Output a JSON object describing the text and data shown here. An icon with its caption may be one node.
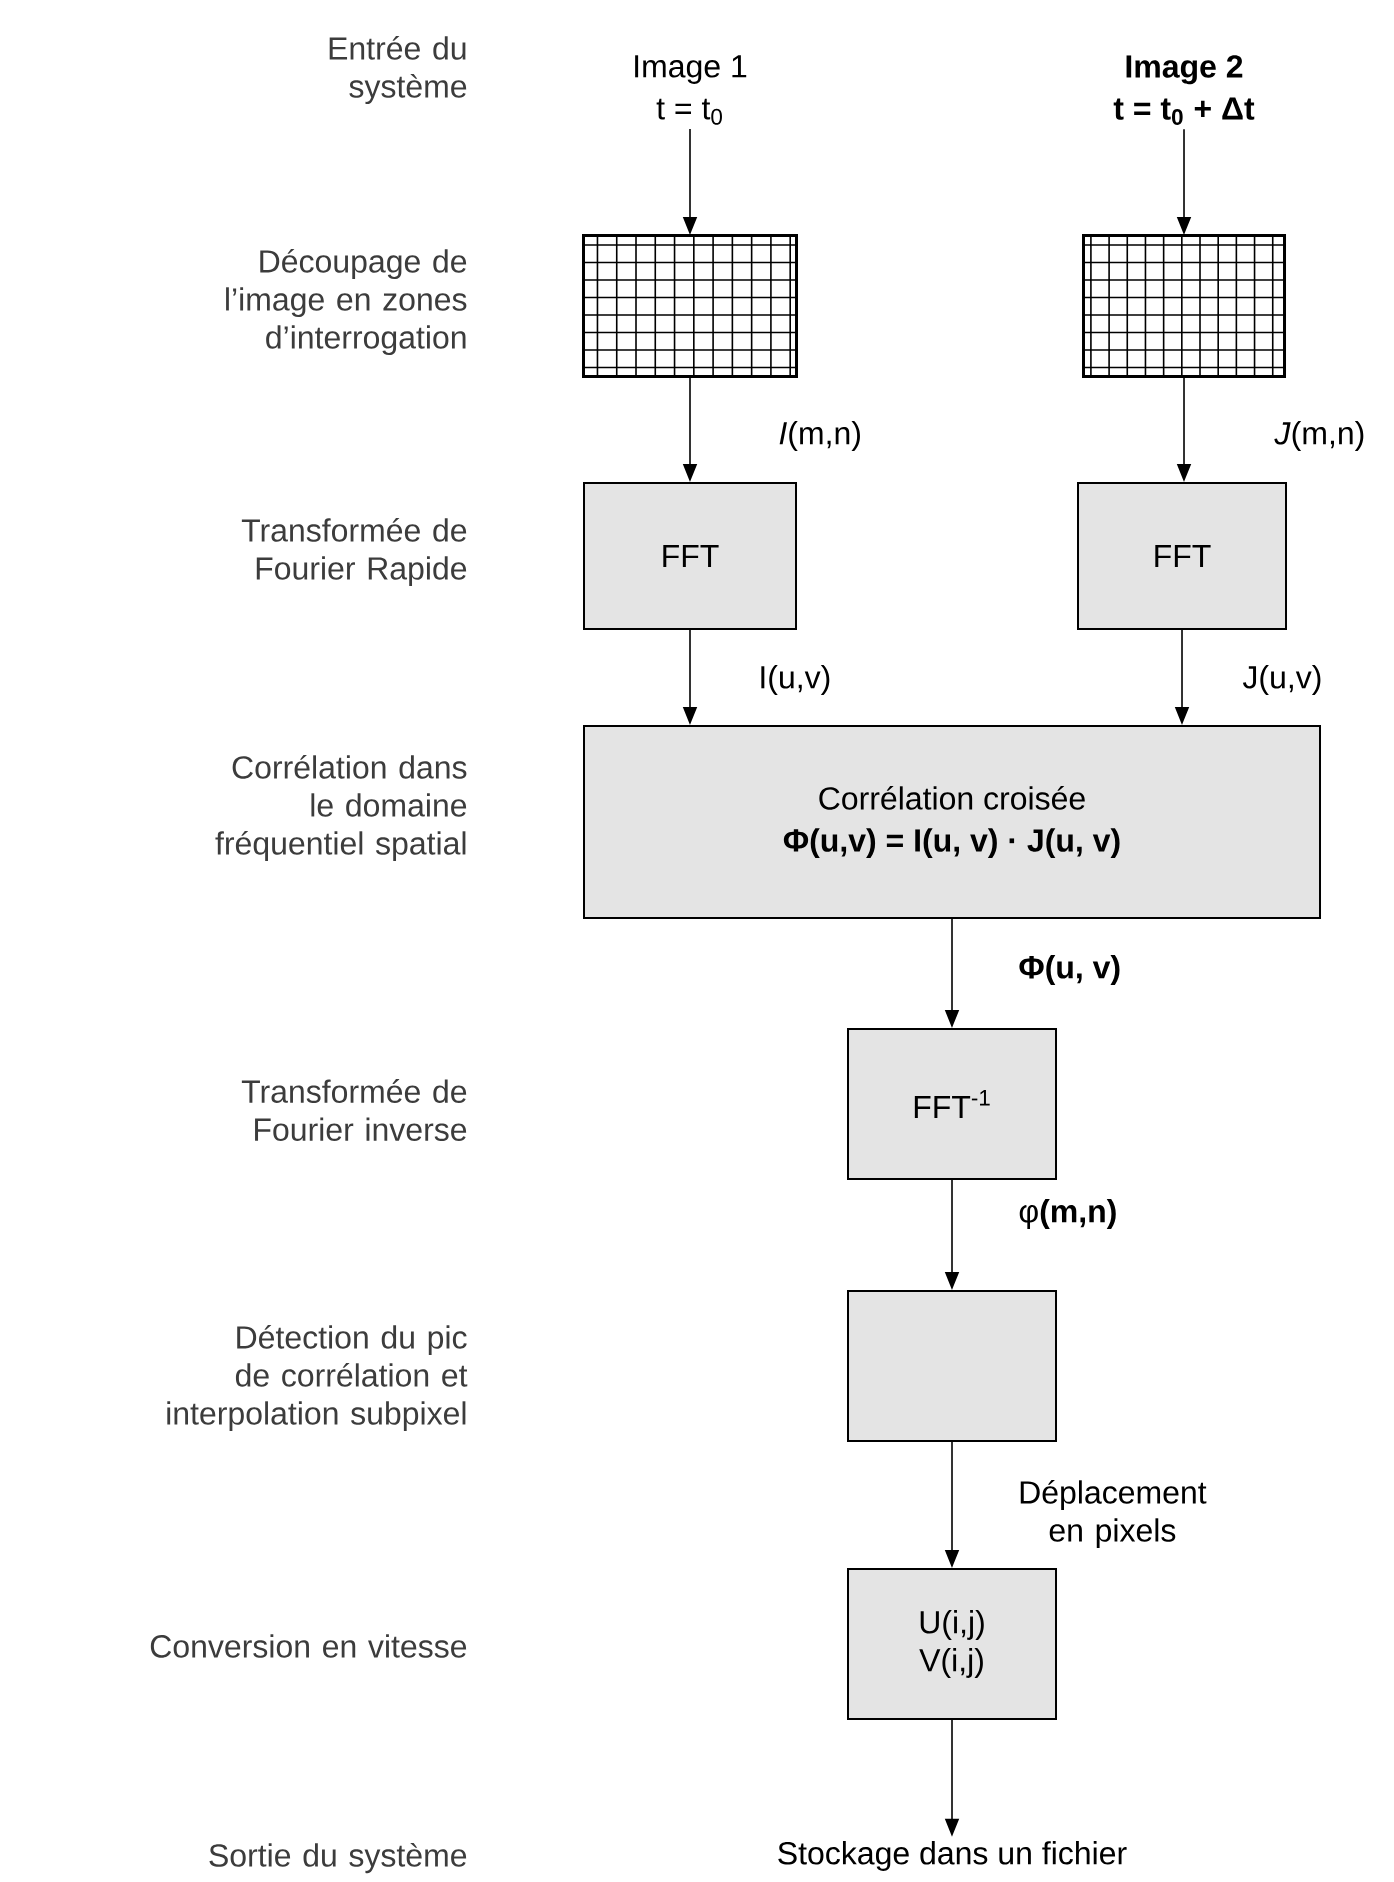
{
  "diagram": {
    "nodes": [
      {
        "text": [
          "Image 1",
          "t = t$_{0}$"
        ]
      },
      {
        "text": [
          "Image 2",
          "t = t$_{0}$ + Δt"
        ]
      },
      {
        "text": [],
        "shape": "grid"
      },
      {
        "text": [],
        "shape": "grid"
      },
      {
        "text": [
          "FFT"
        ]
      },
      {
        "text": [
          "FFT"
        ]
      },
      {
        "text": [
          "Corrélation croisée",
          "Φ(u,v) = I(u, v) · J(u, v)"
        ]
      },
      {
        "text": [
          "FFT$^{-1}$"
        ]
      },
      {
        "text": [],
        "shape": "box"
      },
      {
        "text": [
          "U(i,j) V(i,j)"
        ]
      },
      {
        "text": [
          "Stockage dans un fichier"
        ]
      }
    ],
    "edges": [
      {
        "from": 0,
        "to": 2,
        "arrow": "to"
      },
      {
        "from": 1,
        "to": 3,
        "arrow": "to"
      },
      {
        "from": 2,
        "to": 4,
        "arrow": "to",
        "label": "*I*(m,n)"
      },
      {
        "from": 3,
        "to": 5,
        "arrow": "to",
        "label": "*J*(m,n)"
      },
      {
        "from": 4,
        "to": 6,
        "arrow": "to",
        "label": "I(u,v)"
      },
      {
        "from": 5,
        "to": 6,
        "arrow": "to",
        "label": "J(u,v)"
      },
      {
        "from": 6,
        "to": 7,
        "arrow": "to",
        "label": "Φ(u, v)"
      },
      {
        "from": 7,
        "to": 8,
        "arrow": "to",
        "label": "φ**(m,n)**"
      },
      {
        "from": 8,
        "to": 9,
        "arrow": "to",
        "label": "Déplacement en pixels"
      },
      {
        "from": 9,
        "to": 10,
        "arrow": "to"
      }
    ],
    "labels": [
      "Entrée du système",
      "Découpage de l’image en zones d’interrogation",
      "Transformée de Fourier Rapide",
      "Corrélation dans le domaine fréquentiel spatial",
      "Transformée de Fourier inverse",
      "Détection du pic de corrélation et interpolation subpixel",
      "Conversion en vitesse",
      "Sortie du système"
    ]
  }
}
